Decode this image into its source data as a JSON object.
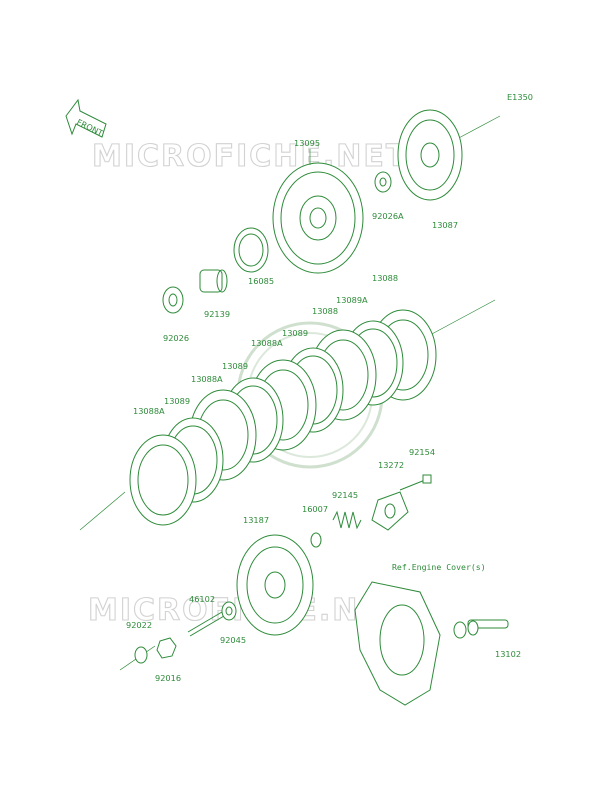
{
  "diagram_code": "E1350",
  "front_label": "FRONT",
  "watermark": "MICROFICHE.NET",
  "reference_note": "Ref.Engine Cover(s)",
  "parts": {
    "p13095": "13095",
    "p13087": "13087",
    "p92026A": "92026A",
    "p16085": "16085",
    "p92139": "92139",
    "p92026": "92026",
    "p13088_top": "13088",
    "p13089A": "13089A",
    "p13088_2": "13088",
    "p13089_1": "13089",
    "p13088A_1": "13088A",
    "p13089_2": "13089",
    "p13088A_2": "13088A",
    "p13089_3": "13089",
    "p13088A_3": "13088A",
    "p92154": "92154",
    "p13272": "13272",
    "p92145": "92145",
    "p16007": "16007",
    "p13187": "13187",
    "p46102": "46102",
    "p92045": "92045",
    "p92022": "92022",
    "p92016": "92016",
    "p13102": "13102"
  }
}
